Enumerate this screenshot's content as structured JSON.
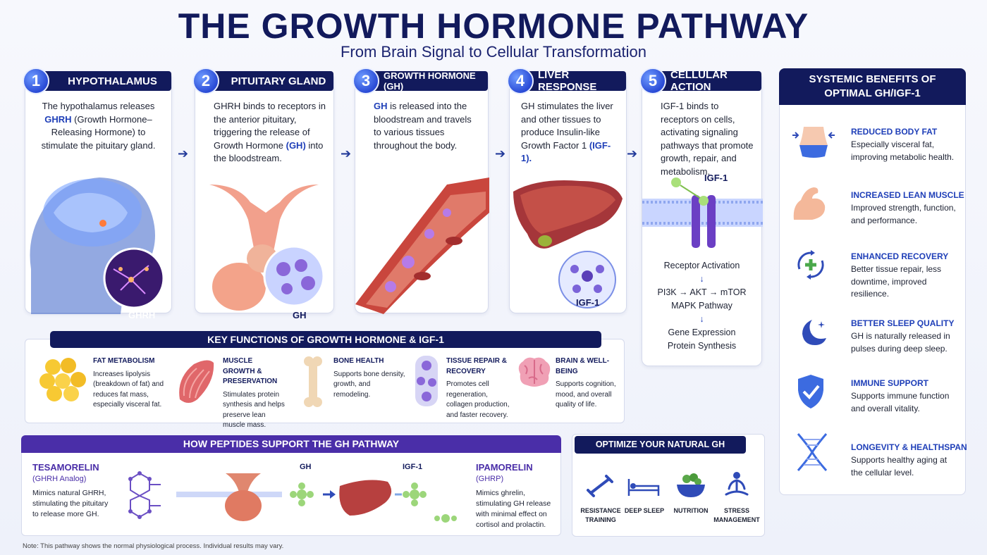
{
  "title": "THE GROWTH HORMONE PATHWAY",
  "subtitle": "From Brain Signal to Cellular Transformation",
  "steps": [
    {
      "num": "1",
      "title": "HYPOTHALAMUS",
      "text_a": "The hypothalamus releases",
      "text_hl": "GHRH",
      "text_b": "(Growth Hormone–Releasing Hormone) to stimulate the pituitary gland.",
      "circle_label": "GHRH"
    },
    {
      "num": "2",
      "title": "PITUITARY GLAND",
      "text_a": "GHRH binds to receptors in the anterior pituitary, triggering the release of Growth Hormone",
      "text_hl": "(GH)",
      "text_b": "into the bloodstream.",
      "circle_label": "GH"
    },
    {
      "num": "3",
      "title": "GROWTH HORMONE (GH)",
      "text_hl": "GH",
      "text_b": "is released into the bloodstream and travels to various tissues throughout the body."
    },
    {
      "num": "4",
      "title": "LIVER RESPONSE",
      "text_a": "GH stimulates the liver and other tissues to produce Insulin-like Growth Factor 1",
      "text_hl": "(IGF-1).",
      "circle_label": "IGF-1"
    },
    {
      "num": "5",
      "title": "CELLULAR ACTION",
      "text_a": "IGF-1 binds to receptors on cells, activating signaling pathways that promote growth, repair, and metabolism.",
      "receptor_label": "IGF-1",
      "flow": [
        "Receptor Activation",
        "PI3K → AKT → mTOR",
        "MAPK Pathway",
        "Gene Expression",
        "Protein Synthesis"
      ]
    }
  ],
  "key_functions": {
    "title": "KEY FUNCTIONS OF GROWTH HORMONE & IGF-1",
    "items": [
      {
        "title": "FAT METABOLISM",
        "desc": "Increases lipolysis (breakdown of fat) and reduces fat mass, especially visceral fat."
      },
      {
        "title": "MUSCLE GROWTH & PRESERVATION",
        "desc": "Stimulates protein synthesis and helps preserve lean muscle mass."
      },
      {
        "title": "BONE HEALTH",
        "desc": "Supports bone density, growth, and remodeling."
      },
      {
        "title": "TISSUE REPAIR & RECOVERY",
        "desc": "Promotes cell regeneration, collagen production, and faster recovery."
      },
      {
        "title": "BRAIN & WELL-BEING",
        "desc": "Supports cognition, mood, and overall quality of life."
      }
    ]
  },
  "peptides": {
    "title": "HOW PEPTIDES SUPPORT THE GH PATHWAY",
    "left": {
      "name": "TESAMORELIN",
      "sub": "(GHRH Analog)",
      "desc": "Mimics natural GHRH, stimulating the pituitary to release more GH."
    },
    "right": {
      "name": "IPAMORELIN",
      "sub": "(GHRP)",
      "desc": "Mimics ghrelin, stimulating GH release with minimal effect on cortisol and prolactin."
    },
    "gh_label": "GH",
    "igf_label": "IGF-1"
  },
  "optimize": {
    "title": "OPTIMIZE YOUR NATURAL GH RELEASE",
    "items": [
      {
        "label": "RESISTANCE TRAINING",
        "icon": "dumbbell-icon"
      },
      {
        "label": "DEEP SLEEP",
        "icon": "bed-icon"
      },
      {
        "label": "NUTRITION",
        "icon": "bowl-icon"
      },
      {
        "label": "STRESS MANAGEMENT",
        "icon": "meditation-icon"
      }
    ]
  },
  "benefits": {
    "title": "SYSTEMIC BENEFITS OF OPTIMAL GH/IGF-1",
    "items": [
      {
        "title": "REDUCED BODY FAT",
        "desc": "Especially visceral fat, improving metabolic health.",
        "icon": "waist-icon"
      },
      {
        "title": "INCREASED LEAN MUSCLE",
        "desc": "Improved strength, function, and performance.",
        "icon": "bicep-icon"
      },
      {
        "title": "ENHANCED RECOVERY",
        "desc": "Better tissue repair, less downtime, improved resilience.",
        "icon": "recovery-icon"
      },
      {
        "title": "BETTER SLEEP QUALITY",
        "desc": "GH is naturally released in pulses during deep sleep.",
        "icon": "moon-icon"
      },
      {
        "title": "IMMUNE SUPPORT",
        "desc": "Supports immune function and overall vitality.",
        "icon": "shield-icon"
      },
      {
        "title": "LONGEVITY & HEALTHSPAN",
        "desc": "Supports healthy aging at the cellular level.",
        "icon": "dna-icon"
      }
    ]
  },
  "note": "Note: This pathway shows the normal physiological process. Individual results may vary.",
  "colors": {
    "navy": "#121a5c",
    "accent": "#1f3fb8",
    "purple": "#4a2ea8"
  }
}
